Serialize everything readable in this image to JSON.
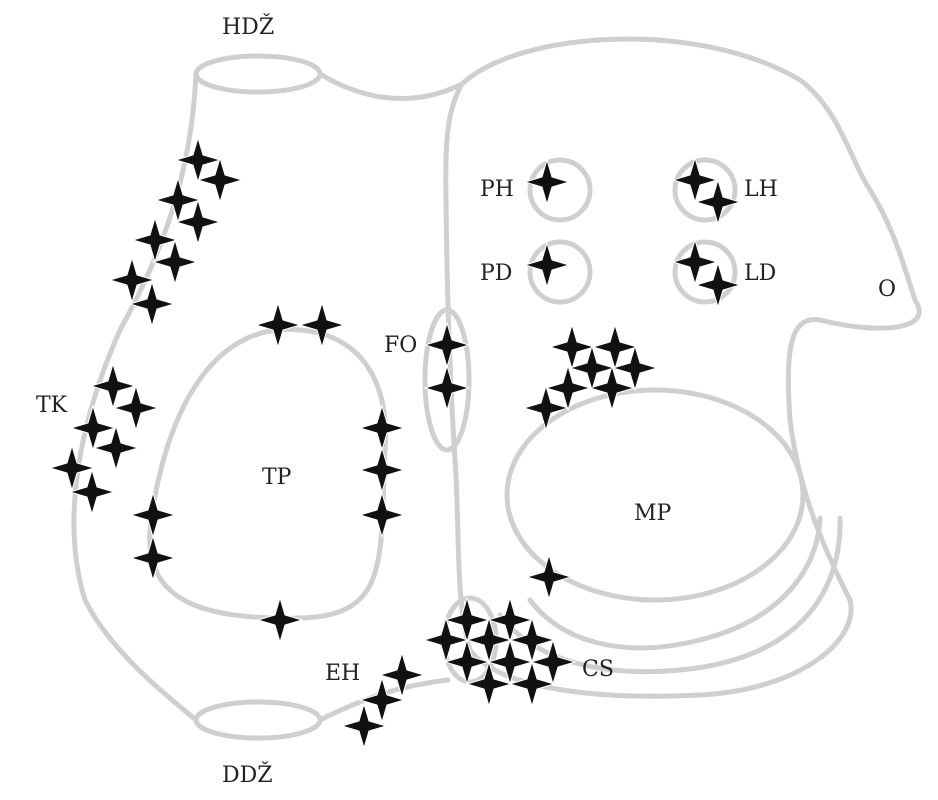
{
  "diagram": {
    "colors": {
      "outline": "#cfcfcf",
      "marker": "#111111",
      "text": "#222222",
      "background": "#ffffff"
    },
    "marker_icon": "four-point-star-icon",
    "labels": {
      "hdz": "HDŽ",
      "ddz": "DDŽ",
      "tk": "TK",
      "tp": "TP",
      "fo": "FO",
      "ph": "PH",
      "lh": "LH",
      "pd": "PD",
      "ld": "LD",
      "o": "O",
      "mp": "MP",
      "eh": "EH",
      "cs": "CS"
    }
  }
}
